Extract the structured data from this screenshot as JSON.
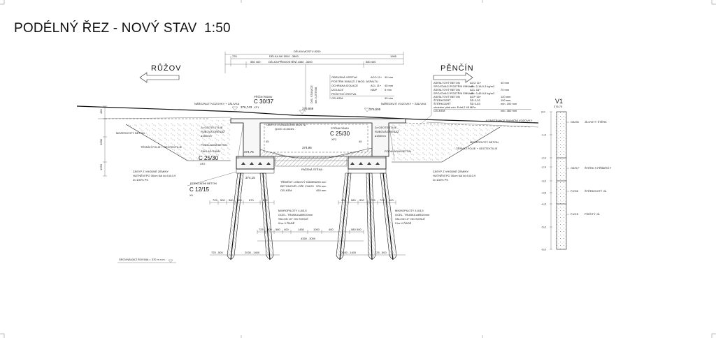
{
  "drawing": {
    "title": "PODÉLNÝ ŘEZ - NOVÝ STAV",
    "scale": "1:50",
    "direction_left": "RŮŽOV",
    "direction_right": "PĚNČÍN"
  },
  "dimensions": {
    "bridge_length": "DÉLKA MOSTU 8200",
    "na_length": "DÉLKA NK 5510 ..3800",
    "crossing_length": "DÉLKA PŘEMOSTĚNÍ 4350 ..3000",
    "left_725": "725",
    "right_1965": "1965",
    "left_580": "580 400",
    "right_580": "580 400",
    "stationing": "DIS. STANICE",
    "stationing_km": "km 3,297638",
    "bottom_row1": [
      "725",
      "500",
      "580",
      "400",
      "870",
      "600",
      "400",
      "580",
      "500",
      "725"
    ],
    "bottom_row2": [
      "725",
      "500",
      "580",
      "400",
      "1450",
      "1000",
      "400",
      "580",
      "500",
      "725"
    ],
    "bottom_total": "4350 ..3000",
    "left_bottom_a": "2030 ..1400",
    "right_bottom_a": "2030 ..1400",
    "left_extra": "725 ..500",
    "right_extra": "725 ..500",
    "side_dims": [
      "460",
      "1538",
      "1250"
    ]
  },
  "levels": {
    "left_deck": "376,743",
    "center_deck": "376,669",
    "right_deck": "376,595",
    "left_footing": "374,75",
    "left_base": "374,15",
    "center_bottom": "374,95",
    "datum": "SROVNÁVACÍ ROVINA = 370 m n.m."
  },
  "labels": {
    "narez_left": "NÁŘEZNUTÍ VOZOVKY + ZÁLIVKA",
    "narez_right": "NÁŘEZNUTÍ VOZOVKY + ZÁLIVKA",
    "prikl_ramp": "PŘÍČNÍ RÁMU",
    "c3037": "C 30/37",
    "xf1": "XF1",
    "geotext_left": "2x GEOTEXTILIE",
    "rubova_left": "RUBOVÁ DRENÁŽ",
    "phi150_left": "ø150mm",
    "podkladni_left": "PODKLADNÍ BETON",
    "zaklad_ramu": "ZÁKLAD RÁMU",
    "c2530_left": "C 25/30",
    "xf2_left": "XF2",
    "mezerovity_left": "MEZEROVITÝ BETON",
    "tesnici_left": "TĚSNÍCÍ FOLIE + GEOTEXTILIE",
    "zasyp_left": "ZÁSYP Z VHODNÉ ZEMINY",
    "zasyp_left2": "HUTNĚNÍ PO 30cm NA Id=0,8-0,9",
    "zasyp_left3": "D=100% PS",
    "podkl_beton": "PODKLADNÍ BETON",
    "c1215": "C 12/15",
    "x0": "X0",
    "obrys": "OBRYS STÁVAJÍCÍHO MOSTU",
    "q100": "Q100 =8,5m3/s",
    "stena_ramu": "STĚNA RÁMU",
    "c2530_right": "C 25/30",
    "xf2_right": "XF2",
    "geotext_right": "2x GEOTEXTILIE",
    "rubova_right": "RUBOVÁ DRENÁŽ",
    "phi150_right": "ø150mm",
    "podkladni_right": "PODKLADNÍ BETON",
    "mezerovity_right": "MEZEROVITÝ BETON",
    "tesnici_right": "TĚSNÍCÍ FOLIE + GEOTEXTILIE",
    "zasyp_right": "ZÁSYP Z VHODNÉ ZEMINY",
    "zasyp_right2": "HUTNĚNÍ PO 30cm NA Id=0,8-0,9",
    "zasyp_right3": "D=100% PS",
    "pazeni": "PAŽENÁ STĚNA",
    "trideny": "TŘÍDĚNÝ LOMOVÝ KÁMEN",
    "betonove_loze": "BETONOVÉ LOŽE C16/20",
    "celkem_bottom": "CELKEM",
    "trideny_val": "250 mm",
    "loze_val": "200 mm",
    "celkem_val": "450 mm",
    "mikro_left1": "MIKROPILOTY 4,0/3,5",
    "mikro_left2": "OCEL. TRUBKA ø89/10mm",
    "mikro_left3": "SKLON 10° OD SVISLÉ",
    "mikro_left4": "5 ks V ŘADĚ",
    "mikro_right1": "MIKROPILOTY 4,0/3,5",
    "mikro_right2": "OCEL. TRUBKA ø89/10mm",
    "mikro_right3": "SKLON 10° OD SVISLÉ",
    "mikro_right4": "5 ks V ŘADĚ",
    "konstrukce_vozovky": "KONSTRUKCE SILNIČNÍ VOZOVKY"
  },
  "deck_layers": [
    {
      "name": "OBRUSNÁ VRSTVA",
      "mat": "ACO 11+",
      "val": "40 mm"
    },
    {
      "name": "POSTŘIK EMULZÍ Z MOD. ASFALTU",
      "mat": "",
      "val": ""
    },
    {
      "name": "OCHRANA IZOLACE",
      "mat": "ACL 11+",
      "val": "45 mm"
    },
    {
      "name": "IZOLACE",
      "mat": "NAIP",
      "val": "5 mm"
    },
    {
      "name": "PEČETICÍ VRSTVA",
      "mat": "",
      "val": ""
    },
    {
      "name": "CELKEM",
      "mat": "",
      "val": "90 mm"
    }
  ],
  "road_layers": [
    {
      "name": "ASFALTOVÝ BETON",
      "mat": "ACO 11+",
      "val": "40 mm"
    },
    {
      "name": "SPOJOVACÍ POSTŘIK EMULZÍ",
      "mat": "min. 0,18-0,3 kg/m2",
      "val": ""
    },
    {
      "name": "ASFALTOVÝ BETON",
      "mat": "ACL 16+",
      "val": "70 mm"
    },
    {
      "name": "SPOJOVACÍ POSTŘIK EMULZÍ",
      "mat": "min. 0,45-0,6 kg/m2",
      "val": ""
    },
    {
      "name": "ASFALTOVÝ BETON",
      "mat": "ACP 16+",
      "val": "120 mm"
    },
    {
      "name": "ŠTĚRKODRŤ",
      "mat": "ŠD 0-32",
      "val": "150 mm"
    },
    {
      "name": "ŠTĚRKODRŤ",
      "mat": "ŠD 0-63",
      "val": "min. 200 mm"
    },
    {
      "name": "zhutnění pláň min. Edef,2 45 MPa",
      "mat": "",
      "val": ""
    },
    {
      "name": "CELKEM",
      "mat": "",
      "val": "min. 460 mm"
    }
  ],
  "borehole": {
    "name": "V1",
    "elev": "376,70",
    "depths": [
      "0,0",
      "-1,0",
      "-2,0",
      "-2,4",
      "-3,0",
      "-3,5",
      "-4,0",
      "-5,0",
      "-6,0"
    ],
    "strata": [
      {
        "code": "G3/G5",
        "desc": "JÍLOVITÝ ŠTĚRK"
      },
      {
        "code": "G5/S,F",
        "desc": "ŠTĚRK S PŘÍMĚSÍ F"
      },
      {
        "code": "F2/G5",
        "desc": "ŠTĚRKOVITÝ JÍL"
      },
      {
        "code": "F4/CS",
        "desc": "PÍSČITÝ JÍL"
      }
    ]
  }
}
